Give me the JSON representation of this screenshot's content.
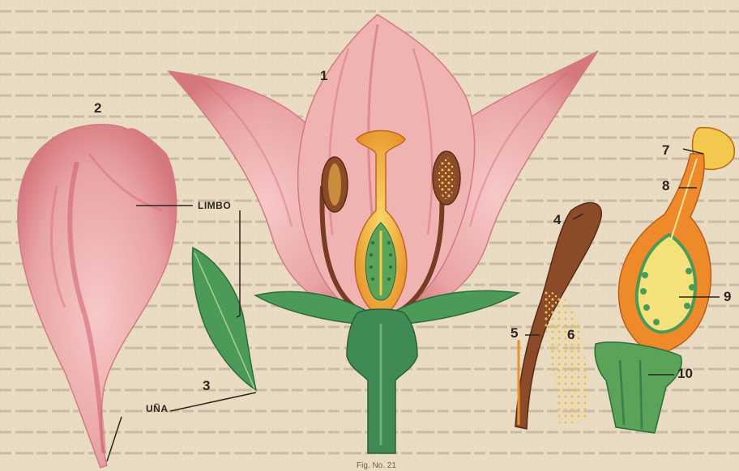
{
  "figure": {
    "colors": {
      "paper": "#e9dcc3",
      "petal_pink": "#e9a3a5",
      "petal_vein": "#d25b6a",
      "sepal_green": "#4c9a57",
      "stem_green": "#3f8a55",
      "stamen_brown": "#7a3b25",
      "pollen_yellow": "#f2c94c",
      "pistil_orange": "#ef8a2a",
      "label_ink": "#2a2520"
    },
    "parts": {
      "n1": "1",
      "n2": "2",
      "n3": "3",
      "n4": "4",
      "n5": "5",
      "n6": "6",
      "n7": "7",
      "n8": "8",
      "n9": "9",
      "n10": "10",
      "limbo": "LIMBO",
      "una": "UÑA"
    },
    "caption_fragment": "Fig. No. 21"
  }
}
